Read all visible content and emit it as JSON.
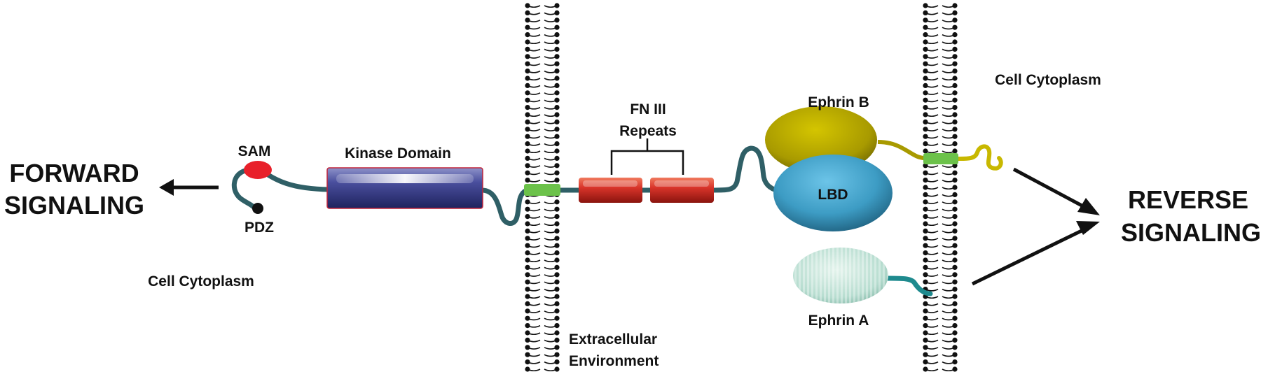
{
  "labels": {
    "forward_signaling_1": "FORWARD",
    "forward_signaling_2": "SIGNALING",
    "reverse_signaling_1": "REVERSE",
    "reverse_signaling_2": "SIGNALING",
    "sam": "SAM",
    "pdz": "PDZ",
    "kinase_domain": "Kinase Domain",
    "fn3_line1": "FN III",
    "fn3_line2": "Repeats",
    "ephrin_b": "Ephrin B",
    "ephrin_a": "Ephrin A",
    "lbd": "LBD",
    "cell_cytoplasm_left": "Cell Cytoplasm",
    "cell_cytoplasm_right": "Cell Cytoplasm",
    "extracellular_1": "Extracellular",
    "extracellular_2": "Environment"
  },
  "colors": {
    "receptor_chain": "#2f5f66",
    "sam": "#e8202a",
    "pdz": "#111111",
    "kinase": "#3a3f8f",
    "fn3": "#d8342a",
    "lbd": "#3d9cc4",
    "ephrin_b": "#a89a00",
    "ephrin_a": "#b7ddd0",
    "ephrin_a_tail": "#1e8a8e",
    "transmembrane": "#6cc24a",
    "membrane": "#111111"
  }
}
